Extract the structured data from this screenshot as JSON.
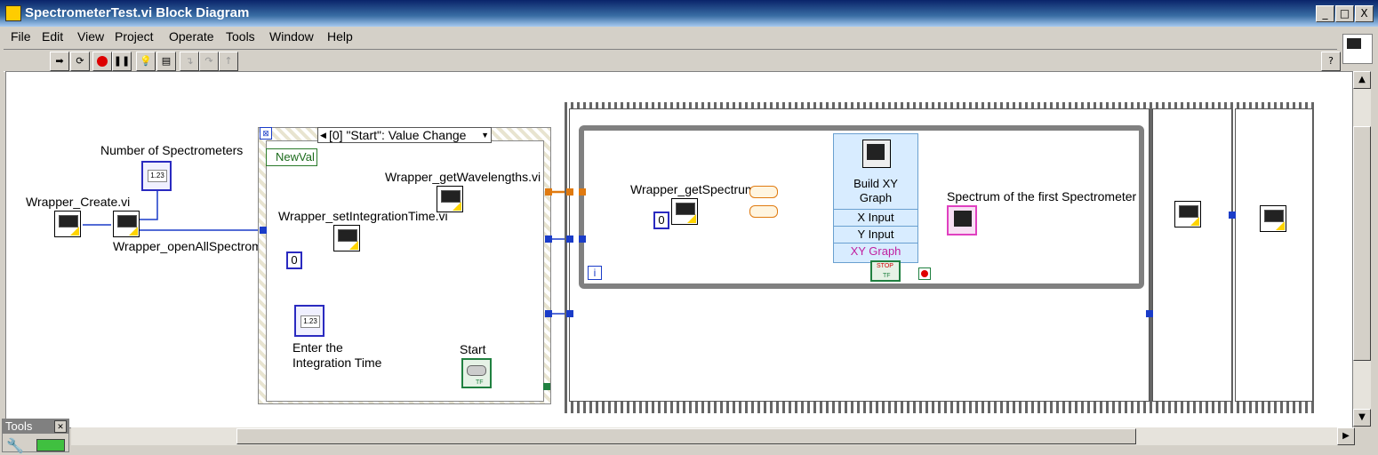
{
  "window": {
    "title": "SpectrometerTest.vi Block Diagram",
    "controls": {
      "minimize": "_",
      "maximize": "□",
      "close": "X"
    }
  },
  "menu": {
    "items": [
      "File",
      "Edit",
      "View",
      "Project",
      "Operate",
      "Tools",
      "Window",
      "Help"
    ]
  },
  "toolbar": {
    "buttons": [
      "run-arrow-icon",
      "run-continuously-icon",
      "abort-icon",
      "pause-icon",
      "highlight-execution-icon",
      "retain-wire-values-icon",
      "step-into-icon",
      "step-over-icon",
      "step-out-icon"
    ],
    "help": "?"
  },
  "diagram": {
    "labels": {
      "number_of_spectrometers": "Number of Spectrometers",
      "wrapper_create": "Wrapper_Create.vi",
      "wrapper_open_all": "Wrapper_openAllSpectrom",
      "wrapper_get_wavelengths": "Wrapper_getWavelengths.vi",
      "wrapper_set_integration": "Wrapper_setIntegrationTime.vi",
      "enter_integration": "Enter the\nIntegration Time",
      "start": "Start",
      "wrapper_get_spectrum": "Wrapper_getSpectrum",
      "build_xy_graph": "Build XY\nGraph",
      "x_input": "X Input",
      "y_input": "Y Input",
      "xy_graph": "XY Graph",
      "spectrum_first": "Spectrum of the first Spectrometer",
      "event_case": "[0] \"Start\": Value Change",
      "newval": "NewVal",
      "const_zero_1": "0",
      "const_zero_2": "0",
      "num_indicator": "1.23",
      "num_control": "1.23",
      "loop_i": "i",
      "stop": "STOP",
      "tf": "TF"
    }
  },
  "tools_palette": {
    "title": "Tools"
  }
}
